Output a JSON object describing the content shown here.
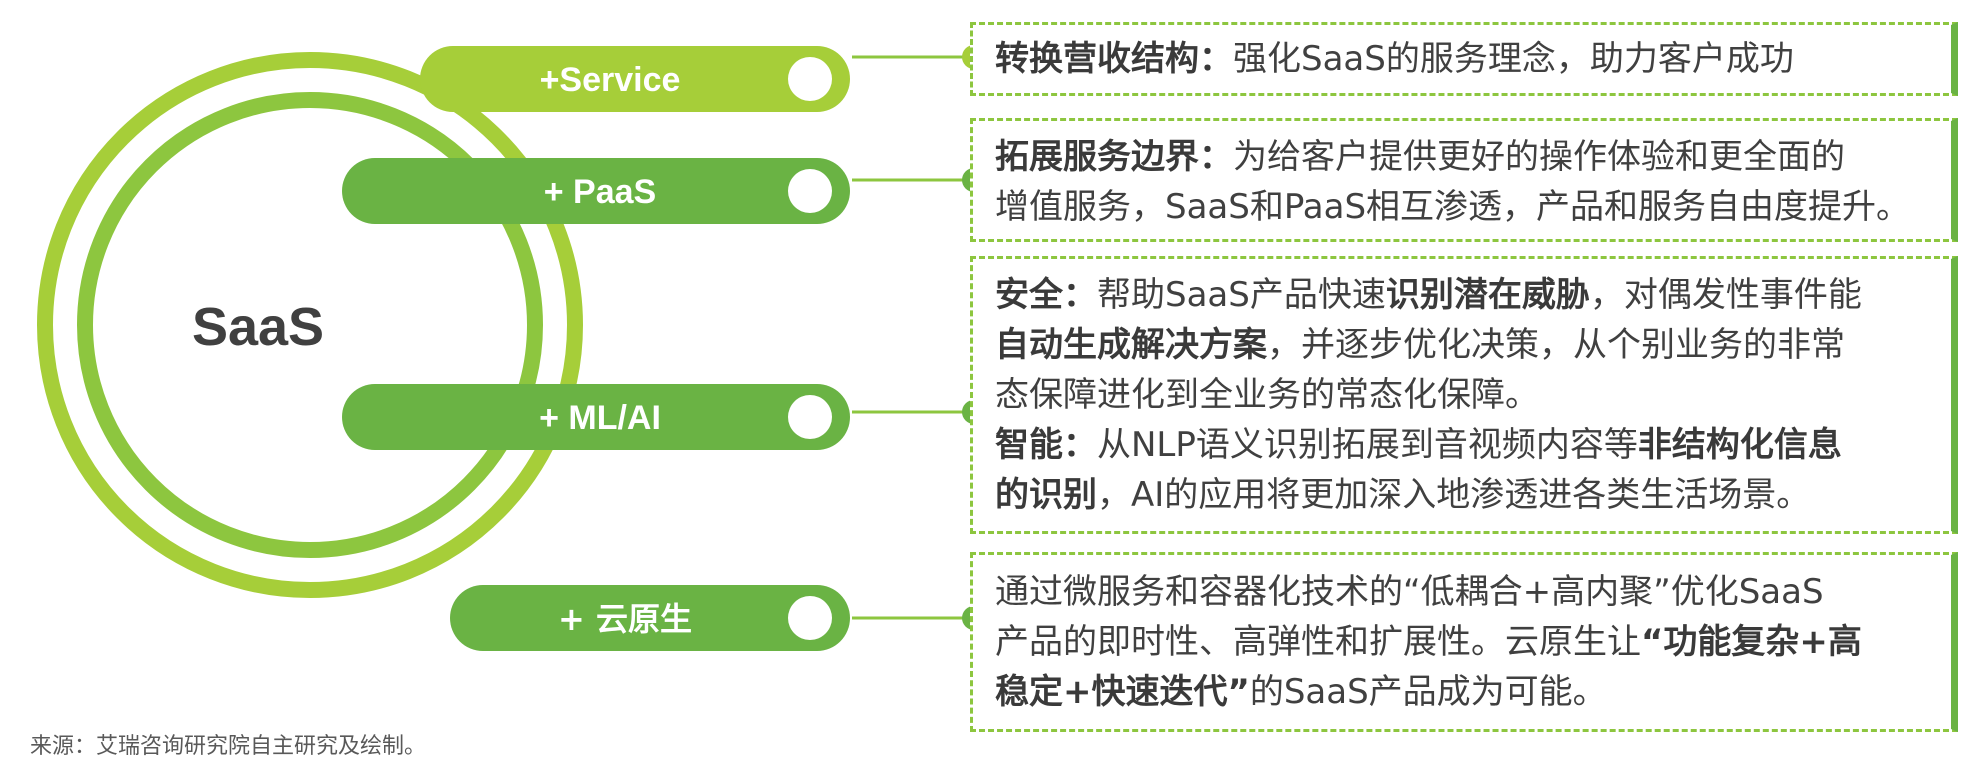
{
  "center": {
    "label": "SaaS"
  },
  "pills": [
    {
      "label": "+Service"
    },
    {
      "label": "+ PaaS"
    },
    {
      "label": "+ ML/AI"
    },
    {
      "label": "+ 云原生"
    }
  ],
  "boxes": {
    "service": {
      "title": "转换营收结构：",
      "text": "强化SaaS的服务理念，助力客户成功"
    },
    "paas": {
      "title": "拓展服务边界：",
      "text1": "为给客户提供更好的操作体验和更全面的",
      "text2": "增值服务，SaaS和PaaS相互渗透，产品和服务自由度提升。"
    },
    "mlai": {
      "security_title": "安全：",
      "security_text1": "帮助SaaS产品快速",
      "security_bold1": "识别潜在威胁",
      "security_text2": "，对偶发性事件能",
      "security_bold2": "自动生成解决方案",
      "security_text3": "，并逐步优化决策，从个别业务的非常",
      "security_text4": "态保障进化到全业务的常态化保障。",
      "smart_title": "智能：",
      "smart_text1": "从NLP语义识别拓展到音视频内容等",
      "smart_bold1": "非结构化信息",
      "smart_bold2": "的识别",
      "smart_text2": "，AI的应用将更加深入地渗透进各类生活场景。"
    },
    "cloud": {
      "text1": "通过微服务和容器化技术的“低耦合+高内聚”优化SaaS",
      "text2": "产品的即时性、高弹性和扩展性。云原生让",
      "bold1": "“功能复杂+高",
      "bold2": "稳定+快速迭代”",
      "text3": "的SaaS产品成为可能。"
    }
  },
  "source": "来源：艾瑞咨询研究院自主研究及绘制。",
  "colors": {
    "light_green": "#a6ce39",
    "mid_green": "#8dc63f",
    "dark_green": "#6ab344",
    "text": "#404040"
  }
}
